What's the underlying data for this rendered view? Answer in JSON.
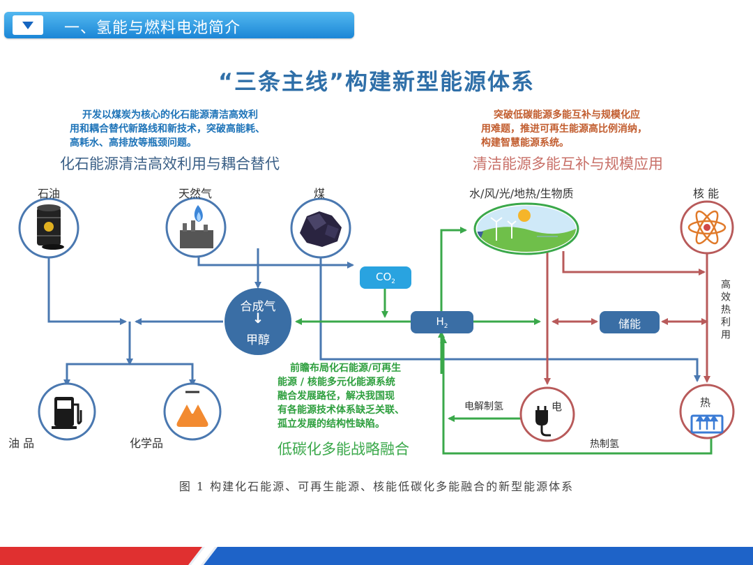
{
  "header": {
    "title": "一、氢能与燃料电池简介"
  },
  "title": "“三条主线”构建新型能源体系",
  "sections": {
    "fossil": {
      "desc": [
        "开发以煤炭为核心的化石能源清洁高效利",
        "用和耦合替代新路线和新技术，突破高能耗、",
        "高耗水、高排放等瓶颈问题。"
      ],
      "subtitle": "化石能源清洁高效利用与耦合替代"
    },
    "clean": {
      "desc": [
        "突破低碳能源多能互补与规模化应",
        "用难题，推进可再生能源高比例消纳，",
        "构建智慧能源系统。"
      ],
      "subtitle": "清洁能源多能互补与规模应用"
    },
    "lowcarbon": {
      "desc": [
        "前瞻布局化石能源/可再生",
        "能源 / 核能多元化能源系统",
        "融合发展路径，解决我国现",
        "有各能源技术体系缺乏关联、",
        "孤立发展的结构性缺陷。"
      ],
      "subtitle": "低碳化多能战略融合"
    }
  },
  "nodes": {
    "oil": "石油",
    "gas": "天然气",
    "coal": "煤",
    "renewable": "水/风/光/地热/生物质",
    "nuclear": "核 能",
    "syngas": "合成气",
    "syngas_arrow": "↓",
    "methanol": "甲醇",
    "co2": "CO",
    "co2_sub": "2",
    "h2": "H",
    "h2_sub": "2",
    "storage": "储能",
    "fuel": "油 品",
    "chemicals": "化学品",
    "electricity": "电",
    "heat": "热",
    "efficient_heat": "高效热利用",
    "electrolysis": "电解制氢",
    "thermal_h2": "热制氢"
  },
  "caption": "图 1   构建化石能源、可再生能源、核能低碳化多能融合的新型能源体系",
  "colors": {
    "blue_line": "#4a78b0",
    "green_line": "#3aa84a",
    "red_line": "#b85a5a",
    "node_fill": "#3a6ea5",
    "co2_fill": "#29a3e0"
  }
}
